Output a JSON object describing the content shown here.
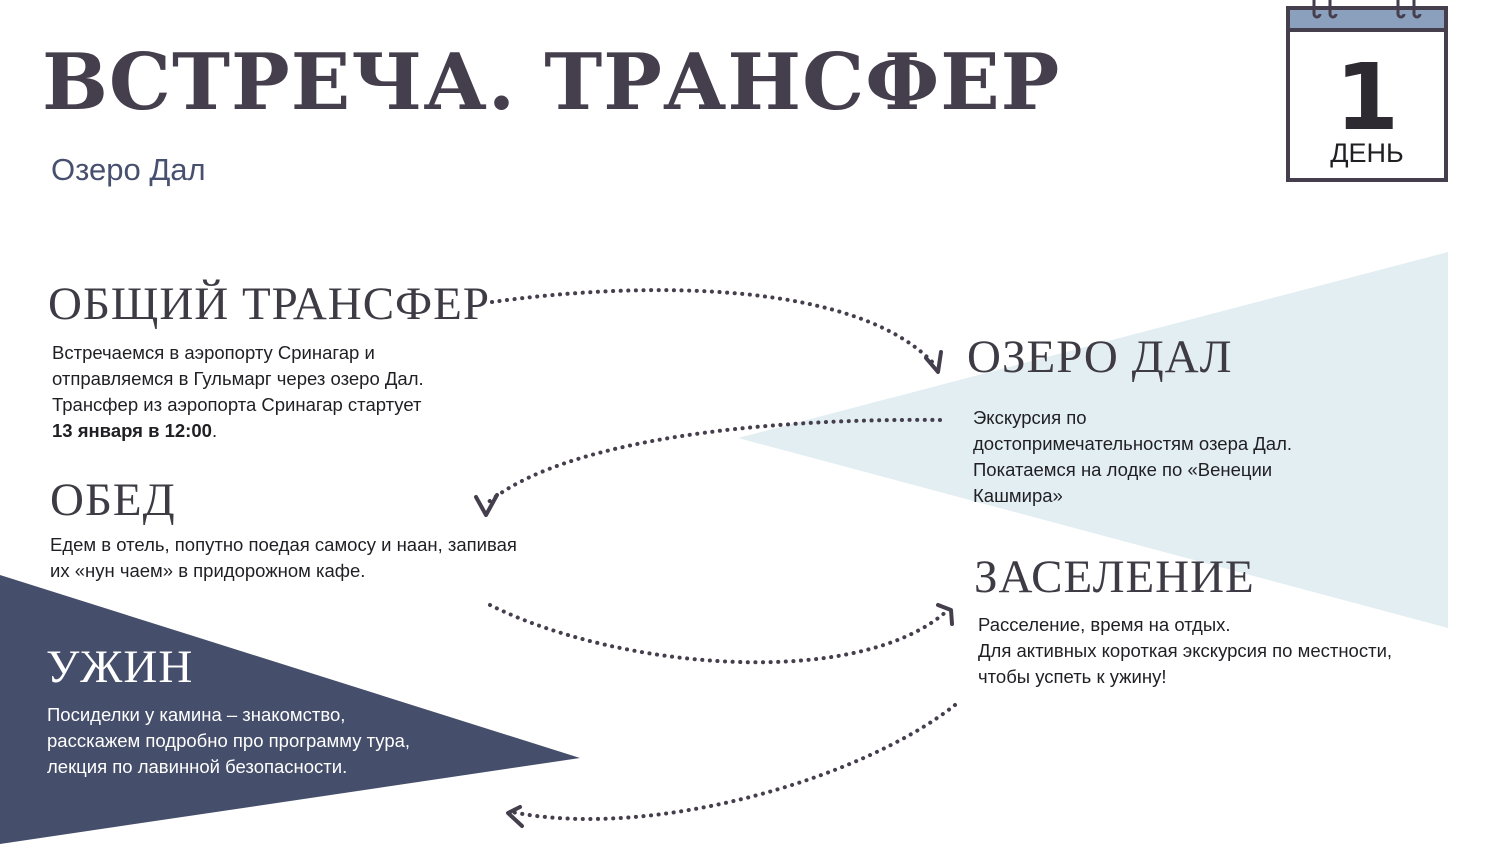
{
  "header": {
    "title": "ВСТРЕЧА. ТРАНСФЕР",
    "subtitle": "Озеро Дал"
  },
  "calendar": {
    "day_number": "1",
    "day_label": "ДЕНЬ"
  },
  "sections": {
    "transfer": {
      "title": "ОБЩИЙ ТРАНСФЕР",
      "lines": [
        "Встречаемся в аэропорту Сринагар и",
        "отправляемся в Гульмарг через озеро Дал.",
        "Трансфер из аэропорта Сринагар стартует"
      ],
      "highlight": "13 января в 12:00",
      "tail": "."
    },
    "lake": {
      "title": "ОЗЕРО ДАЛ",
      "lines": [
        "Экскурсия по",
        "достопримечательностям озера Дал.",
        "Покатаемся на лодке по «Венеции",
        "Кашмира»"
      ]
    },
    "lunch": {
      "title": "ОБЕД",
      "lines": [
        "Едем в отель, попутно поедая самосу и наан, запивая",
        "их «нун чаем» в придорожном кафе."
      ]
    },
    "checkin": {
      "title": "ЗАСЕЛЕНИЕ",
      "lines": [
        "Расселение, время на отдых.",
        "Для активных короткая экскурсия по местности,",
        "чтобы успеть к ужину!"
      ]
    },
    "dinner": {
      "title": "УЖИН",
      "lines": [
        "Посиделки у камина – знакомство,",
        "расскажем подробно про программу тура,",
        "лекция по лавинной безопасности."
      ]
    }
  },
  "colors": {
    "navy": "#454e6b",
    "light_blue": "#e3eef2",
    "title_gray": "#453e4d",
    "arrow": "#453e4d",
    "calendar_band": "#8aa0bd"
  },
  "icons": [
    "calendar-icon",
    "dotted-arrow-icon"
  ]
}
